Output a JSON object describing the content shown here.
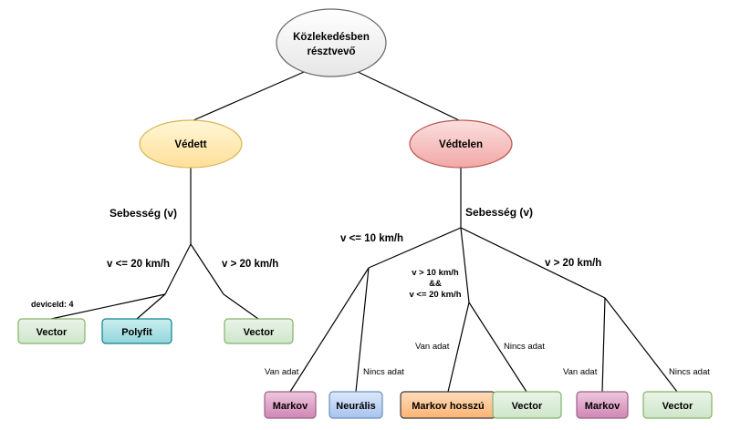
{
  "root": {
    "label_line1": "Közlekedésben",
    "label_line2": "résztvevő",
    "fill": "#f5f5f5",
    "stroke": "#666666"
  },
  "protected": {
    "label": "Védett",
    "fill": "#fff2cc",
    "stroke": "#d6b656",
    "criterion": "Sebesség (v)",
    "branch_low": "v <= 20 km/h",
    "branch_high": "v > 20 km/h",
    "deviceid_label": "deviceId: 4",
    "leaves": {
      "vector_left": "Vector",
      "polyfit": "Polyfit",
      "vector_right": "Vector"
    }
  },
  "unprotected": {
    "label": "Védtelen",
    "fill": "#f8cecc",
    "stroke": "#b85450",
    "criterion": "Sebesség (v)",
    "branch_low": "v <= 10 km/h",
    "branch_mid_line1": "v > 10 km/h",
    "branch_mid_line2": "&&",
    "branch_mid_line3": "v <= 20 km/h",
    "branch_high": "v > 20 km/h",
    "low": {
      "has_data": "Van adat",
      "no_data": "Nincs adat",
      "leaf_has": "Markov",
      "leaf_no": "Neurális"
    },
    "mid": {
      "has_data": "Van adat",
      "no_data": "Nincs adat",
      "leaf_has": "Markov hosszú",
      "leaf_no": "Vector"
    },
    "high": {
      "has_data": "Van adat",
      "no_data": "Nincs adat",
      "leaf_has": "Markov",
      "leaf_no": "Vector"
    }
  },
  "colors": {
    "green_fill": "#d5e8d4",
    "green_stroke": "#82b366",
    "teal_fill": "#b0e3e6",
    "teal_stroke": "#0e8088",
    "purple_fill": "#e6d0de",
    "purple_stroke": "#996185",
    "blue_fill": "#dae8fc",
    "blue_stroke": "#6c8ebf",
    "orange_fill": "#ffcc99",
    "orange_stroke": "#36393d"
  }
}
